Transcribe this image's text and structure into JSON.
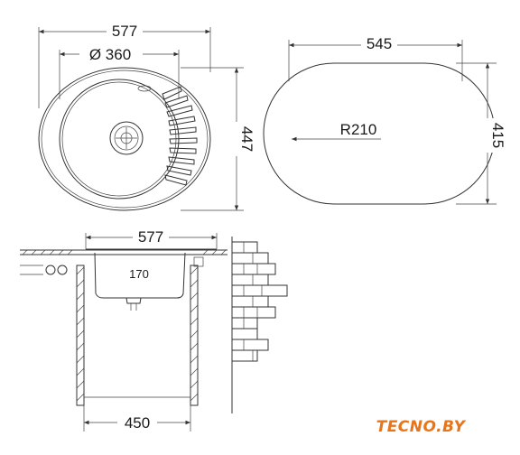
{
  "top_view": {
    "width_label": "577",
    "bowl_diameter_label": "Ø 360",
    "depth_label": "447"
  },
  "outline_view": {
    "width_label": "545",
    "radius_label": "R210",
    "depth_label": "415"
  },
  "section_view": {
    "width_label": "577",
    "bowl_depth_label": "170",
    "cabinet_width_label": "450"
  },
  "brand": {
    "name": "TECNO.BY",
    "color": "#e8751a"
  }
}
